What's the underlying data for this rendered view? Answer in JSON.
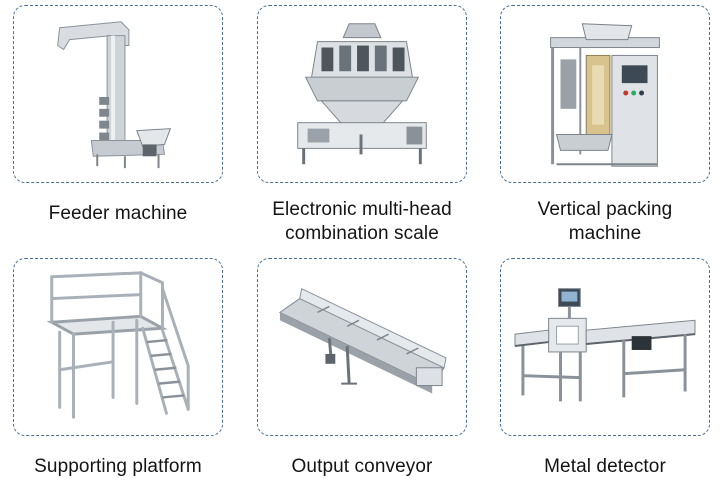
{
  "products": [
    {
      "id": "feeder",
      "caption_lines": [
        "Feeder machine"
      ],
      "icon": "z-bucket-elevator-icon"
    },
    {
      "id": "scale",
      "caption_lines": [
        "Electronic multi-head",
        "combination scale"
      ],
      "icon": "multihead-weigher-icon"
    },
    {
      "id": "packing",
      "caption_lines": [
        "Vertical packing",
        "machine"
      ],
      "icon": "vertical-packing-machine-icon"
    },
    {
      "id": "platform",
      "caption_lines": [
        "Supporting platform"
      ],
      "icon": "supporting-platform-icon"
    },
    {
      "id": "conveyor",
      "caption_lines": [
        "Output conveyor"
      ],
      "icon": "output-conveyor-icon"
    },
    {
      "id": "detector",
      "caption_lines": [
        "Metal detector"
      ],
      "icon": "metal-detector-icon"
    }
  ],
  "colors": {
    "card_border": "#4a6f93",
    "steel_light": "#d9dde1",
    "steel_mid": "#a9b0b7",
    "steel_dark": "#5d646b"
  }
}
